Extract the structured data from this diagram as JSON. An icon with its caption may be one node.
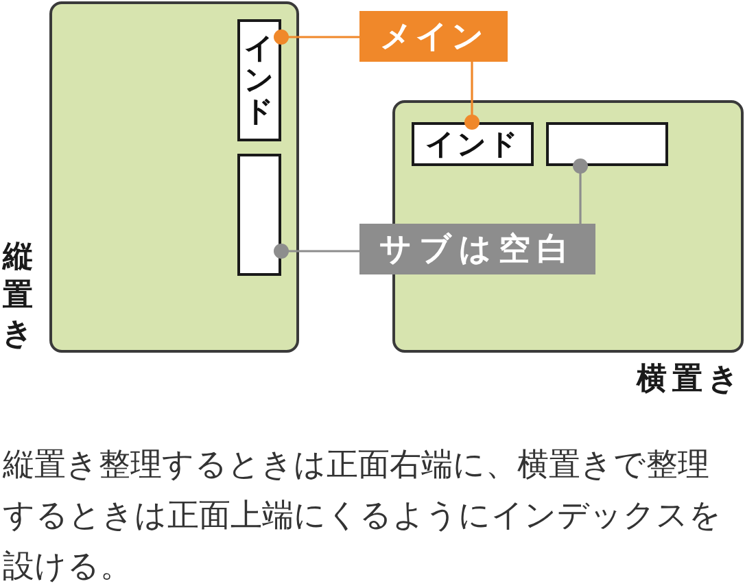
{
  "diagram": {
    "caption": "縦置き整理するときは正面右端に、横置きで整理するときは正面上端にくるようにインデックスを設ける。",
    "nodes": [
      {
        "text": [
          "縦置き"
        ]
      },
      {
        "text": [
          "インド"
        ],
        "in": 0
      },
      {
        "text": [],
        "shape": "box",
        "in": 0
      },
      {
        "text": [
          "メイン"
        ]
      },
      {
        "text": [
          "横置き"
        ]
      },
      {
        "text": [
          "インド"
        ],
        "in": 4
      },
      {
        "text": [],
        "shape": "box",
        "in": 4
      },
      {
        "text": [
          "サブは空白"
        ]
      }
    ],
    "edges": [
      {
        "from": 3,
        "to": 1,
        "arrow": "other",
        "color": "#f0882a"
      },
      {
        "from": 3,
        "to": 5,
        "arrow": "other",
        "color": "#f0882a"
      },
      {
        "from": 7,
        "to": 2,
        "arrow": "other",
        "color": "#8d8d8d"
      },
      {
        "from": 7,
        "to": 6,
        "arrow": "other",
        "color": "#8d8d8d"
      }
    ]
  }
}
